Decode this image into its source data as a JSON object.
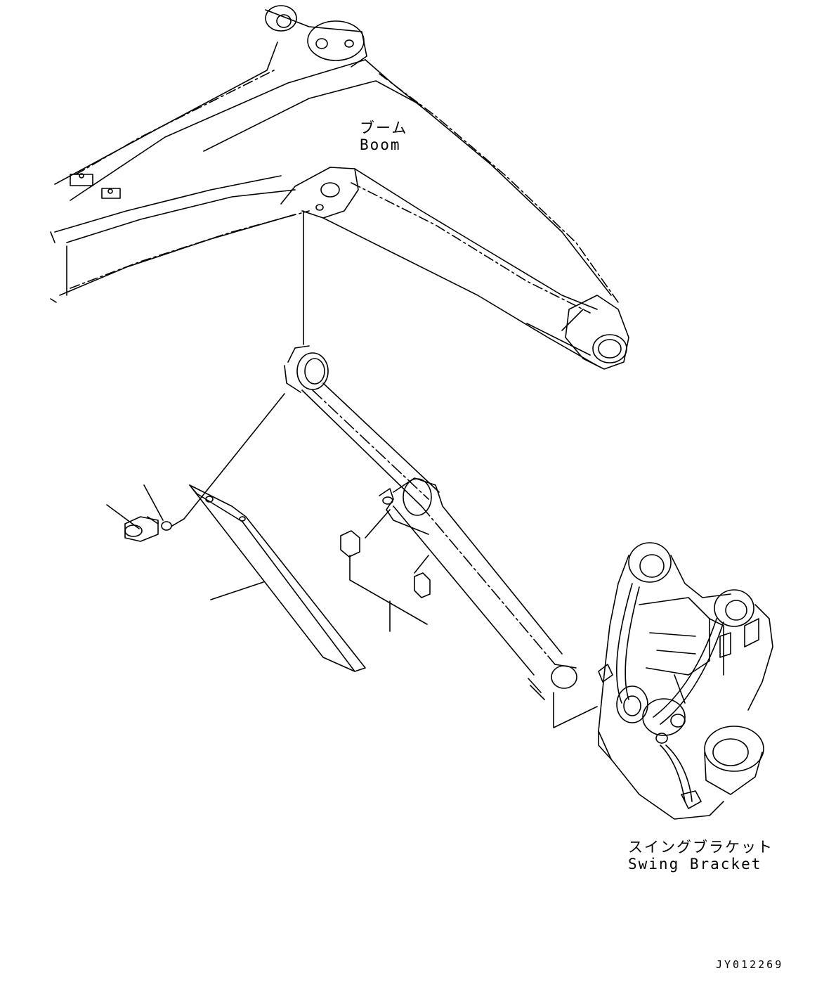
{
  "labels": {
    "boom_jp": "ブーム",
    "boom_en": "Boom",
    "swing_jp": "スイングブラケット",
    "swing_en": "Swing Bracket",
    "drawing_id": "JY012269"
  }
}
